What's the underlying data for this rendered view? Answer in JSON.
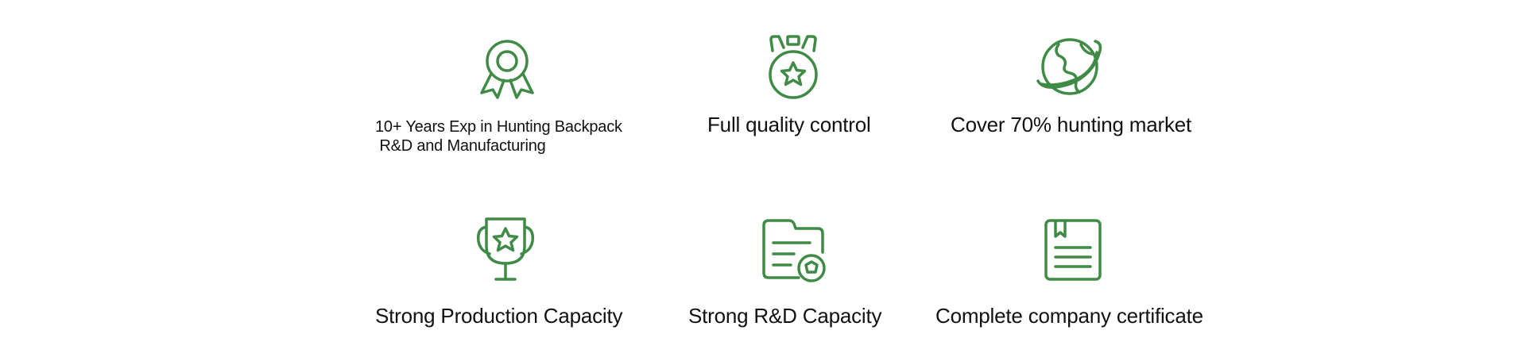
{
  "theme": {
    "icon_color": "#3f8a45",
    "text_color": "#111111",
    "background": "#ffffff"
  },
  "features": [
    {
      "icon": "award-ribbon-icon",
      "label": "10+ Years Exp in Hunting Backpack\n R&D and Manufacturing"
    },
    {
      "icon": "star-medal-icon",
      "label": "Full quality control"
    },
    {
      "icon": "globe-orbit-icon",
      "label": "Cover 70% hunting market"
    },
    {
      "icon": "trophy-star-icon",
      "label": "Strong Production Capacity"
    },
    {
      "icon": "document-folder-badge-icon",
      "label": "Strong R&D Capacity"
    },
    {
      "icon": "certificate-bookmark-icon",
      "label": "Complete company certificate"
    }
  ]
}
